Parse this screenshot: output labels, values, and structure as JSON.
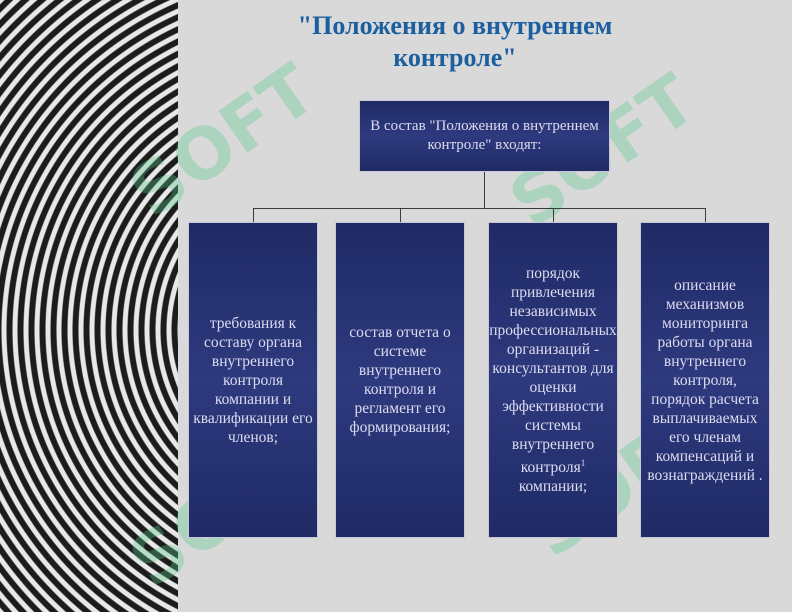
{
  "title": "\"Положения о внутреннем контроле\"",
  "top_box": "В состав \"Положения о внутреннем контроле\" входят:",
  "items": [
    "требования к составу органа внутреннего контроля компании и квалификации его членов;",
    "состав отчета о системе внутреннего контроля и регламент его формирования;",
    "порядок привлечения независимых профессиональных организаций - консультантов для оценки эффективности системы внутреннего контроля",
    "описание механизмов мониторинга работы органа внутреннего контроля, порядок расчета выплачиваемых его членам компенсаций и вознаграждений ."
  ],
  "item3_superscript": "1",
  "item3_tail": "компании;",
  "watermark": "SOFT",
  "colors": {
    "box": "#2a3575",
    "title": "#1b5fa0",
    "box_text": "#dcdcf0"
  }
}
